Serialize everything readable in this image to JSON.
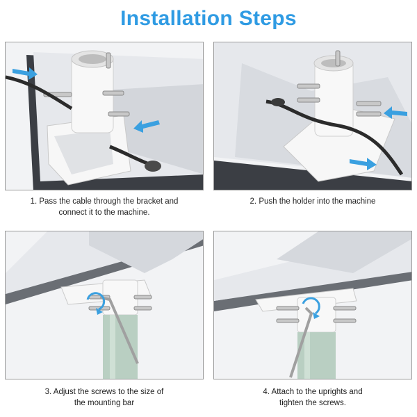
{
  "title": "Installation Steps",
  "steps": [
    {
      "line1": "1. Pass the cable through the bracket and",
      "line2": "connect it to the machine."
    },
    {
      "line1": "2. Push the holder into the machine",
      "line2": ""
    },
    {
      "line1": "3. Adjust the screws to the size of",
      "line2": "the mounting bar"
    },
    {
      "line1": "4. Attach to the uprights and",
      "line2": "tighten the screws."
    }
  ],
  "colors": {
    "title": "#2f9be3",
    "arrow": "#3aa0e0",
    "panel_border": "#9a9a9a",
    "base_dark": "#3b3e44",
    "base_light": "#e9ebee",
    "pole": "#b9cfc2",
    "metal": "#c8c8c8"
  }
}
